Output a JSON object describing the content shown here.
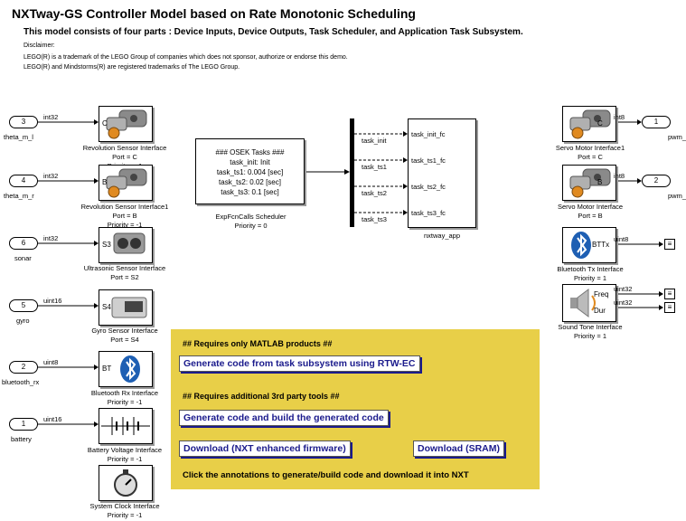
{
  "header": {
    "title": "NXTway-GS Controller Model based on Rate Monotonic Scheduling",
    "subtitle": "This model consists of four parts : Device Inputs, Device Outputs, Task Scheduler, and Application Task Subsystem.",
    "disclaimer": [
      "Disclaimer:",
      "LEGO(R) is a trademark of the LEGO Group of companies which does not sponsor, authorize or endorse this demo.",
      "LEGO(R) and Mindstorms(R) are registered trademarks of The LEGO Group."
    ]
  },
  "inputs": [
    {
      "port": "3",
      "name": "theta_m_l",
      "type": "int32",
      "block_text": "C",
      "caption": [
        "Revolution Sensor Interface",
        "Port = C",
        "Priority = -1"
      ]
    },
    {
      "port": "4",
      "name": "theta_m_r",
      "type": "int32",
      "block_text": "B",
      "caption": [
        "Revolution Sensor Interface1",
        "Port = B",
        "Priority = -1"
      ]
    },
    {
      "port": "6",
      "name": "sonar",
      "type": "int32",
      "block_text": "S3",
      "caption": [
        "Ultrasonic Sensor Interface",
        "Port = S2"
      ]
    },
    {
      "port": "5",
      "name": "gyro",
      "type": "uint16",
      "block_text": "S4",
      "caption": [
        "Gyro Sensor Interface",
        "Port = S4"
      ]
    },
    {
      "port": "2",
      "name": "bluetooth_rx",
      "type": "uint8",
      "block_text": "BT",
      "caption": [
        "Bluetooth Rx Interface",
        "Priority = -1"
      ]
    },
    {
      "port": "1",
      "name": "battery",
      "type": "uint16",
      "block_text": "",
      "caption": [
        "Battery Voltage Interface",
        "Priority = -1"
      ]
    }
  ],
  "clock": {
    "caption": [
      "System Clock Interface",
      "Priority = -1"
    ]
  },
  "scheduler": {
    "lines": [
      "###   OSEK Tasks   ###",
      "task_init: Init",
      "task_ts1: 0.004 [sec]",
      "task_ts2: 0.02 [sec]",
      "task_ts3: 0.1 [sec]"
    ],
    "caption": [
      "ExpFcnCalls Scheduler",
      "Priority = 0"
    ]
  },
  "tasks": {
    "signals": [
      "task_init",
      "task_ts1",
      "task_ts2",
      "task_ts3"
    ],
    "app_inputs": [
      "task_init_fc",
      "task_ts1_fc",
      "task_ts2_fc",
      "task_ts3_fc"
    ],
    "app_name": "nxtway_app"
  },
  "outputs": {
    "servo1": {
      "type": "int8",
      "port": "1",
      "name": "pwm_",
      "block_text": "C",
      "caption": [
        "Servo Motor Interface1",
        "Port = C"
      ]
    },
    "servo2": {
      "type": "int8",
      "port": "2",
      "name": "pwm_",
      "block_text": "B",
      "caption": [
        "Servo Motor Interface",
        "Port = B"
      ]
    },
    "bt_tx": {
      "type": "uint8",
      "block_text": "BTTx",
      "caption": [
        "Bluetooth Tx Interface",
        "Priority = 1"
      ]
    },
    "sound": {
      "types": [
        "uint32",
        "uint32"
      ],
      "block_texts": [
        "Freq",
        "Dur"
      ],
      "caption": [
        "Sound Tone Interface",
        "Priority = 1"
      ]
    }
  },
  "annotation": {
    "hdr1": "## Requires only MATLAB products ##",
    "btn_generate_rtw": "Generate code from task subsystem using RTW-EC",
    "hdr2": "## Requires additional 3rd party tools ##",
    "btn_build": "Generate code and build the generated code",
    "btn_download_nxt": "Download (NXT enhanced firmware)",
    "btn_download_sram": "Download (SRAM)",
    "footer": "Click the annotations to generate/build code and download it into NXT"
  }
}
